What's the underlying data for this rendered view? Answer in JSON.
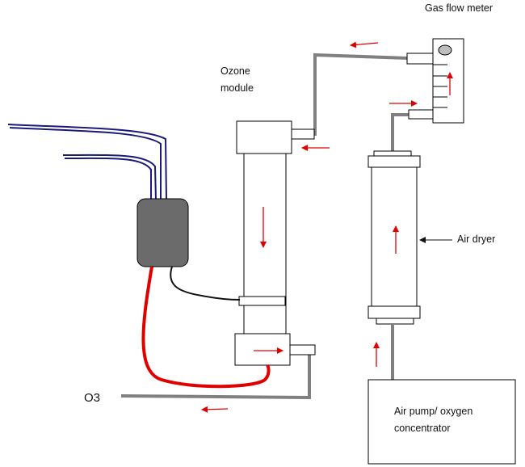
{
  "labels": {
    "gas_flow_meter": "Gas flow meter",
    "ozone_module_line1": "Ozone",
    "ozone_module_line2": "module",
    "air_dryer": "Air dryer",
    "air_pump_line1": "Air pump/  oxygen",
    "air_pump_line2": "concentrator",
    "o3": "O3"
  },
  "colors": {
    "tube": "#808080",
    "flow_arrow": "#e00000",
    "power_box": "#6b6b6b",
    "power_cable": "#e00000",
    "signal_cable": "#111111",
    "electrode_wires": "#1a1a7a"
  }
}
